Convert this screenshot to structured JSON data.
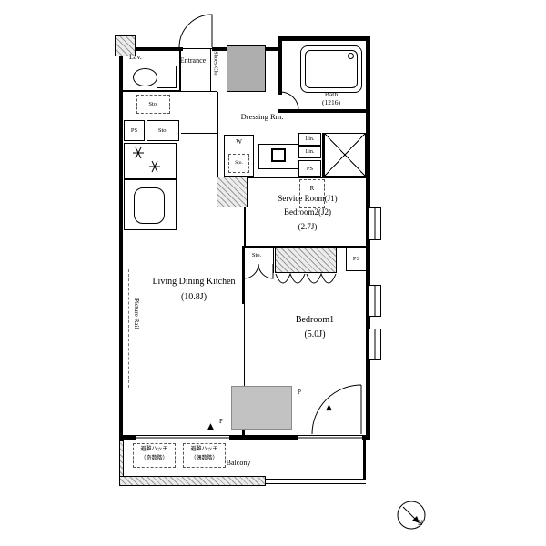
{
  "plan": {
    "lav_label": "Lav.",
    "entrance_label": "Entrance",
    "shoes_closet_label": "Shoes Clo.",
    "bath_label": "Bath",
    "bath_size": "(1216)",
    "dressing_label": "Dressing Rm.",
    "service_line1": "Service Room(J1)",
    "service_line2": "Bedroom2(J2)",
    "service_area": "(2.7J)",
    "ldk_label": "Living Dining Kitchen",
    "ldk_area": "(10.8J)",
    "bedroom1_label": "Bedroom1",
    "bedroom1_area": "(5.0J)",
    "balcony_label": "Balcony",
    "picture_rail_label": "Picture Rail"
  },
  "tags": {
    "ps": "PS",
    "sto": "Sto.",
    "washer": "W",
    "fridge": "R",
    "linen": "Lin.",
    "pipe": "P",
    "marker": "▲"
  },
  "balcony_notes": {
    "odd_line1": "避難ハッチ",
    "odd_line2": "（奇数階）",
    "even_line1": "避難ハッチ",
    "even_line2": "（偶数階）"
  },
  "compass": {
    "north": "N"
  },
  "colors": {
    "wall": "#000000",
    "closet_gray": "#aeaeae",
    "partition_gray": "#c2c2c2",
    "hatch_gray": "#9a9a9a"
  }
}
